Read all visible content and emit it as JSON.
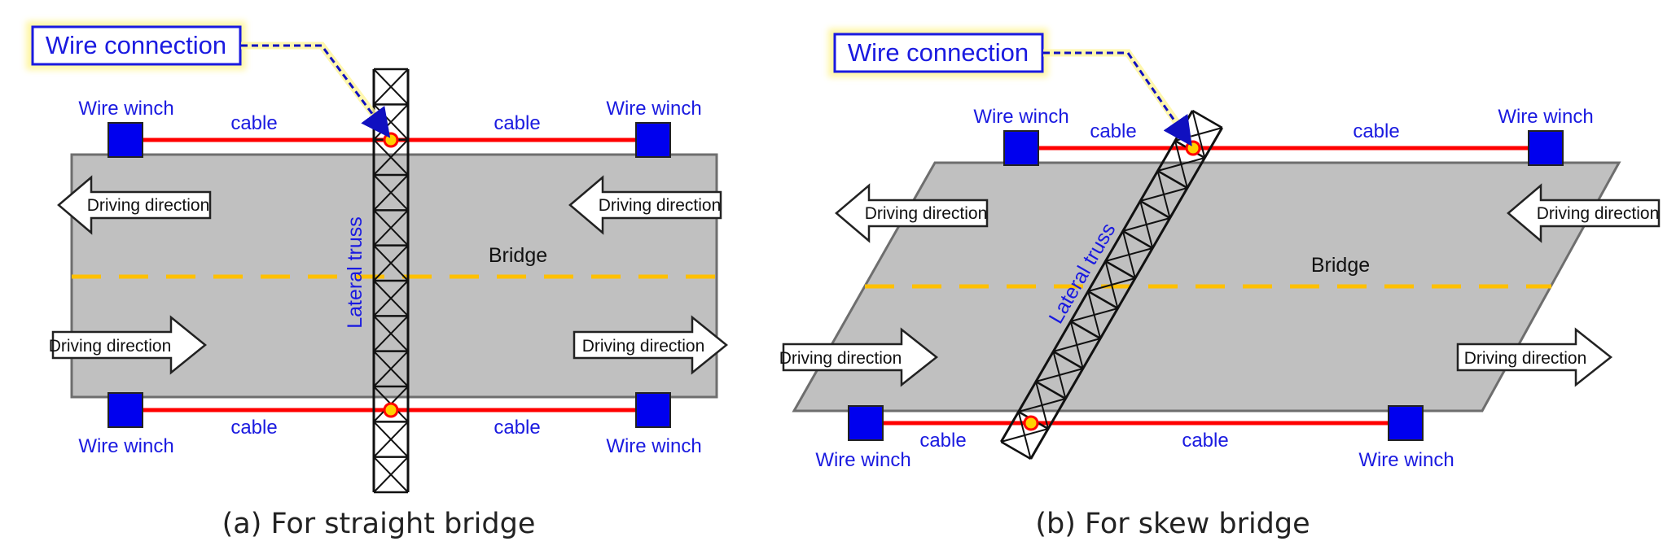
{
  "labels": {
    "wire_connection": "Wire connection",
    "wire_winch": "Wire winch",
    "cable": "cable",
    "driving_direction": "Driving direction",
    "bridge": "Bridge",
    "lateral_truss": "Lateral truss"
  },
  "captions": {
    "a": "(a) For straight bridge",
    "b": "(b) For skew bridge"
  },
  "colors": {
    "deck": "#c0c0c0",
    "deck_edge": "#6e6e6e",
    "cable": "#ff0000",
    "winch": "#0000ee",
    "centerline": "#ffc000",
    "label_blue": "#1a1ae0",
    "callout_glow": "#fff7a8"
  }
}
